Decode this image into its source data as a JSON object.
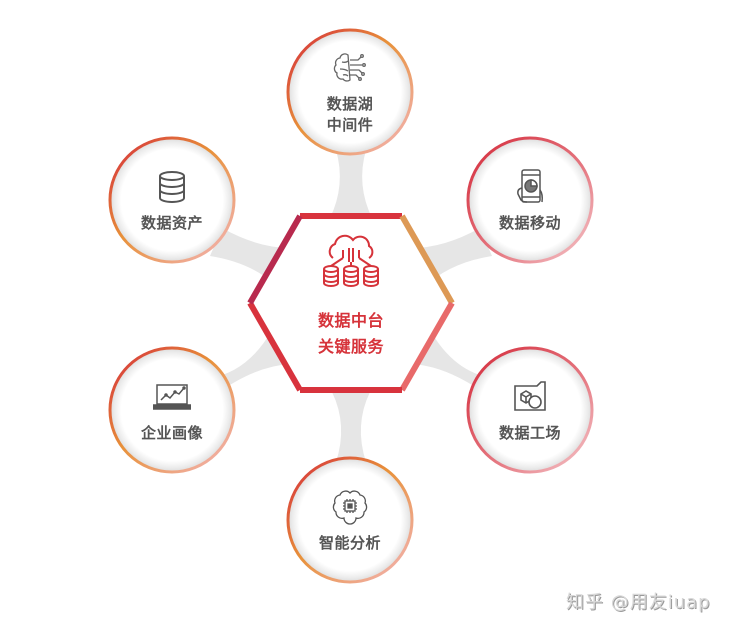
{
  "diagram": {
    "hub": {
      "icon": "cloud-database-icon",
      "line1": "数据中台",
      "line2": "关键服务",
      "text_color": "#d6333a"
    },
    "nodes": [
      {
        "id": "data-lake-middleware",
        "icon": "brain-circuit-icon",
        "line1": "数据湖",
        "line2": "中间件",
        "position": "top"
      },
      {
        "id": "data-assets",
        "icon": "database-icon",
        "line1": "数据资产",
        "position": "top-left"
      },
      {
        "id": "data-mobile",
        "icon": "mobile-chart-icon",
        "line1": "数据移动",
        "position": "top-right"
      },
      {
        "id": "enterprise-profile",
        "icon": "laptop-trend-icon",
        "line1": "企业画像",
        "position": "bottom-left"
      },
      {
        "id": "data-factory",
        "icon": "folder-shapes-icon",
        "line1": "数据工场",
        "position": "bottom-right"
      },
      {
        "id": "intelligent-analysis",
        "icon": "brain-chip-icon",
        "line1": "智能分析",
        "position": "bottom"
      }
    ],
    "colors": {
      "ring_red": "#d42a3a",
      "ring_orange": "#e8913a",
      "ring_pink": "#f0a0a8",
      "connector_gray": "#e6e6e6",
      "label_gray": "#555555",
      "hex_crimson": "#b82a4e",
      "hex_red": "#d8333d",
      "hex_orange": "#dd9955",
      "hex_salmon": "#e86a6a"
    }
  },
  "watermark": "知乎 @用友iuap"
}
